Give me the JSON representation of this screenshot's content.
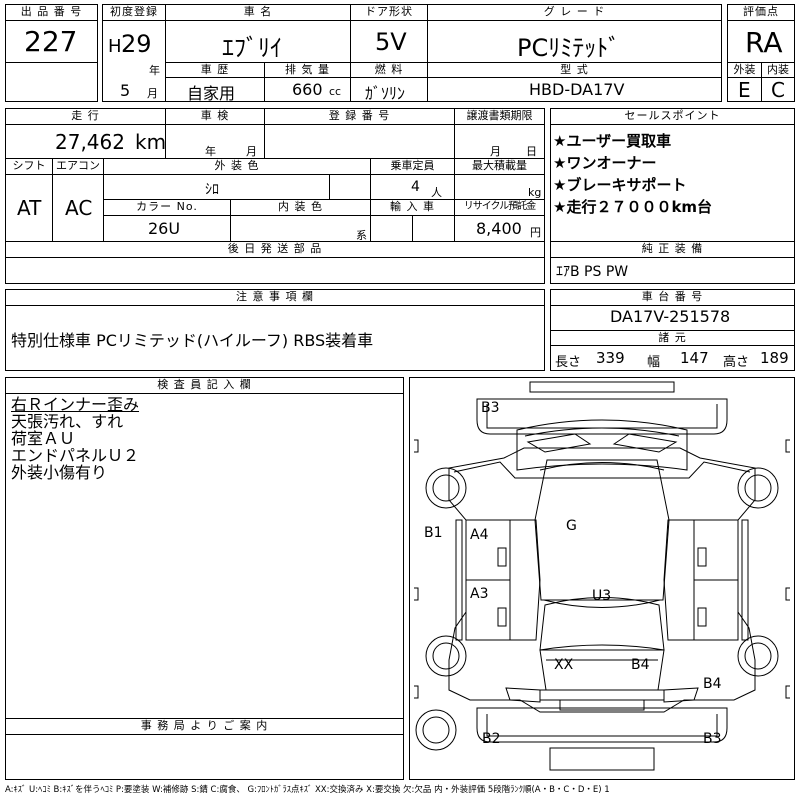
{
  "headers": {
    "lot_no": "出 品 番 号",
    "first_reg": "初度登録",
    "car_name": "車 名",
    "door": "ドア形状",
    "grade": "グ レ ー ド",
    "rating": "評価点",
    "history": "車 歴",
    "displacement": "排 気 量",
    "fuel": "燃 料",
    "model": "型 式",
    "exterior": "外装",
    "interior": "内装",
    "mileage": "走 行",
    "inspection": "車 検",
    "reg_no": "登 録 番 号",
    "transfer_deadline": "譲渡書類期限",
    "sales_points": "セールスポイント",
    "shift": "シフト",
    "aircon": "エアコン",
    "color": "外 装 色",
    "capacity": "乗車定員",
    "max_load": "最大積載量",
    "color_no": "カラー No.",
    "interior_color": "内 装 色",
    "import": "輸 入 車",
    "recycle": "リサイクル預託金",
    "later_parts": "後 日 発 送 部 品",
    "standard_equip": "純 正 装 備",
    "notes": "注 意 事 項 欄",
    "chassis_no": "車 台 番 号",
    "specs": "諸 元",
    "inspector": "検 査 員 記 入 欄",
    "office": "事 務 局 よ り ご 案 内"
  },
  "values": {
    "lot_no": "227",
    "era": "H",
    "year": "29",
    "year_unit": "年",
    "month": "5",
    "month_unit": "月",
    "car_name": "ｴﾌﾞﾘｲ",
    "door": "5V",
    "grade": "PCﾘﾐﾃｯﾄﾞ",
    "rating": "RA",
    "history": "自家用",
    "displacement": "660",
    "displacement_unit": "cc",
    "fuel": "ｶﾞｿﾘﾝ",
    "model": "HBD-DA17V",
    "exterior": "E",
    "interior": "C",
    "mileage": "27,462",
    "mileage_unit": "km",
    "insp_year_unit": "年",
    "insp_month_unit": "月",
    "transfer_month_unit": "月",
    "transfer_day_unit": "日",
    "shift": "AT",
    "aircon": "AC",
    "color": "ｼﾛ",
    "capacity": "4",
    "capacity_unit": "人",
    "max_load_unit": "kg",
    "color_no": "26U",
    "interior_color_unit": "系",
    "recycle": "8,400",
    "recycle_unit": "円",
    "standard_equip": "ｴｱB PS PW",
    "notes": "特別仕様車 PCリミテッド(ハイルーフ) RBS装着車",
    "chassis_no": "DA17V-251578",
    "length_label": "長さ",
    "length": "339",
    "width_label": "幅",
    "width": "147",
    "height_label": "高さ",
    "height": "189"
  },
  "sales_points": [
    "★ユーザー買取車",
    "★ワンオーナー",
    "★ブレーキサポート",
    "★走行２７０００km台"
  ],
  "inspector_notes": [
    "右Ｒインナー歪み",
    "天張汚れ、すれ",
    "荷室ＡＵ",
    "エンドパネルＵ２",
    "外装小傷有り"
  ],
  "damage_marks": {
    "b3_top": "B3",
    "b1": "B1",
    "a4": "A4",
    "a3": "A3",
    "g": "G",
    "u3": "U3",
    "xx": "XX",
    "b4_inner": "B4",
    "b4_outer": "B4",
    "b2": "B2",
    "b3_bottom": "B3"
  },
  "legend": "A:ｷｽﾞ U:ﾍｺﾐ B:ｷｽﾞを伴うﾍｺﾐ P:要塗装 W:補修跡 S:錆 C:腐食、 G:ﾌﾛﾝﾄｶﾞﾗｽ点ｷｽﾞ XX:交換済み X:要交換 欠:欠品 内・外装評価 5段階ﾗﾝｸ順(A・B・C・D・E) 1"
}
